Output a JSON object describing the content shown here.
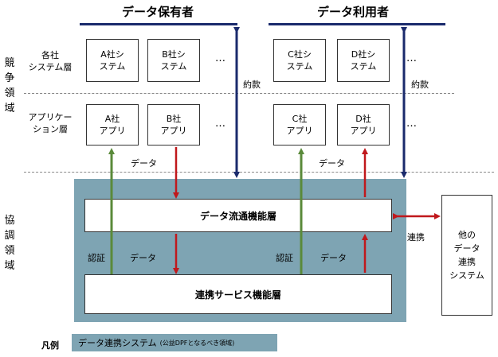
{
  "headers": {
    "holder": "データ保有者",
    "user": "データ利用者"
  },
  "left_labels": {
    "competition": "競争領域",
    "cooperation": "協調領域",
    "system_layer": "各社\nシステム層",
    "app_layer": "アプリケー\nション層"
  },
  "systems": [
    "A社シ\nステム",
    "B社シ\nステム",
    "C社シ\nステム",
    "D社シ\nステム"
  ],
  "apps": [
    "A社\nアプリ",
    "B社\nアプリ",
    "C社\nアプリ",
    "D社\nアプリ"
  ],
  "ellipsis": "…",
  "terms": "約款",
  "data_label": "データ",
  "auth_label": "認証",
  "link_label": "連携",
  "layers": {
    "flow": "データ流通機能層",
    "service": "連携サービス機能層"
  },
  "other_system": "他の\nデータ\n連携\nシステム",
  "legend": {
    "title": "凡例",
    "label": "データ連携システム",
    "sub": "(公益DPFとなるべき領域)"
  },
  "colors": {
    "navy": "#1a2a6c",
    "green": "#5a8a3a",
    "red": "#c0181c",
    "coop": "#7ea4b3"
  }
}
